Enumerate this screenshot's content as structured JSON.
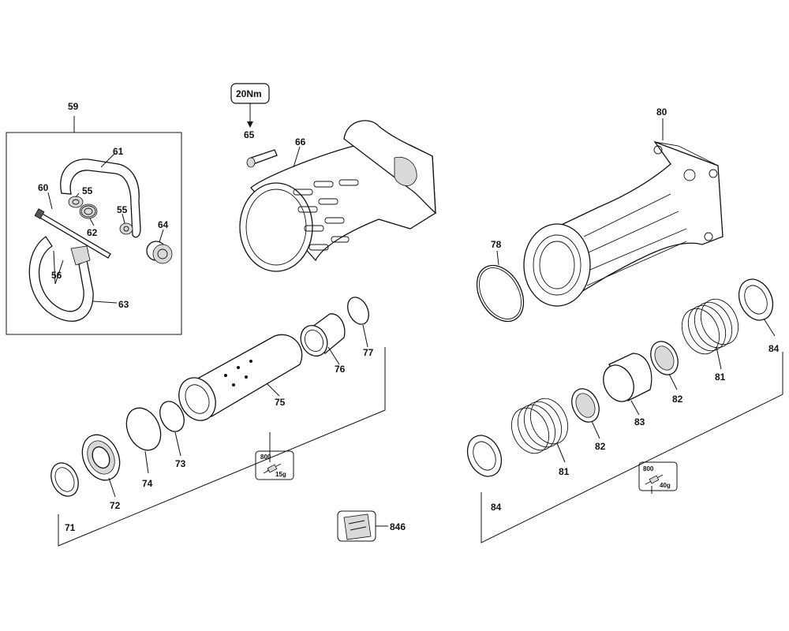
{
  "callouts": {
    "c59": "59",
    "c61": "61",
    "c60": "60",
    "c55a": "55",
    "c55b": "55",
    "c62": "62",
    "c64": "64",
    "c56": "56",
    "c63": "63",
    "c65": "65",
    "c66": "66",
    "c80": "80",
    "c78": "78",
    "c77": "77",
    "c76": "76",
    "c75": "75",
    "c73": "73",
    "c74": "74",
    "c72": "72",
    "c71": "71",
    "c84a": "84",
    "c81a": "81",
    "c82a": "82",
    "c83": "83",
    "c82b": "82",
    "c81b": "81",
    "c84b": "84",
    "c846": "846"
  },
  "torque_box": {
    "label": "20Nm"
  },
  "lube_left": {
    "top": "800",
    "bottom": "15g"
  },
  "lube_right": {
    "top": "800",
    "bottom": "40g"
  }
}
